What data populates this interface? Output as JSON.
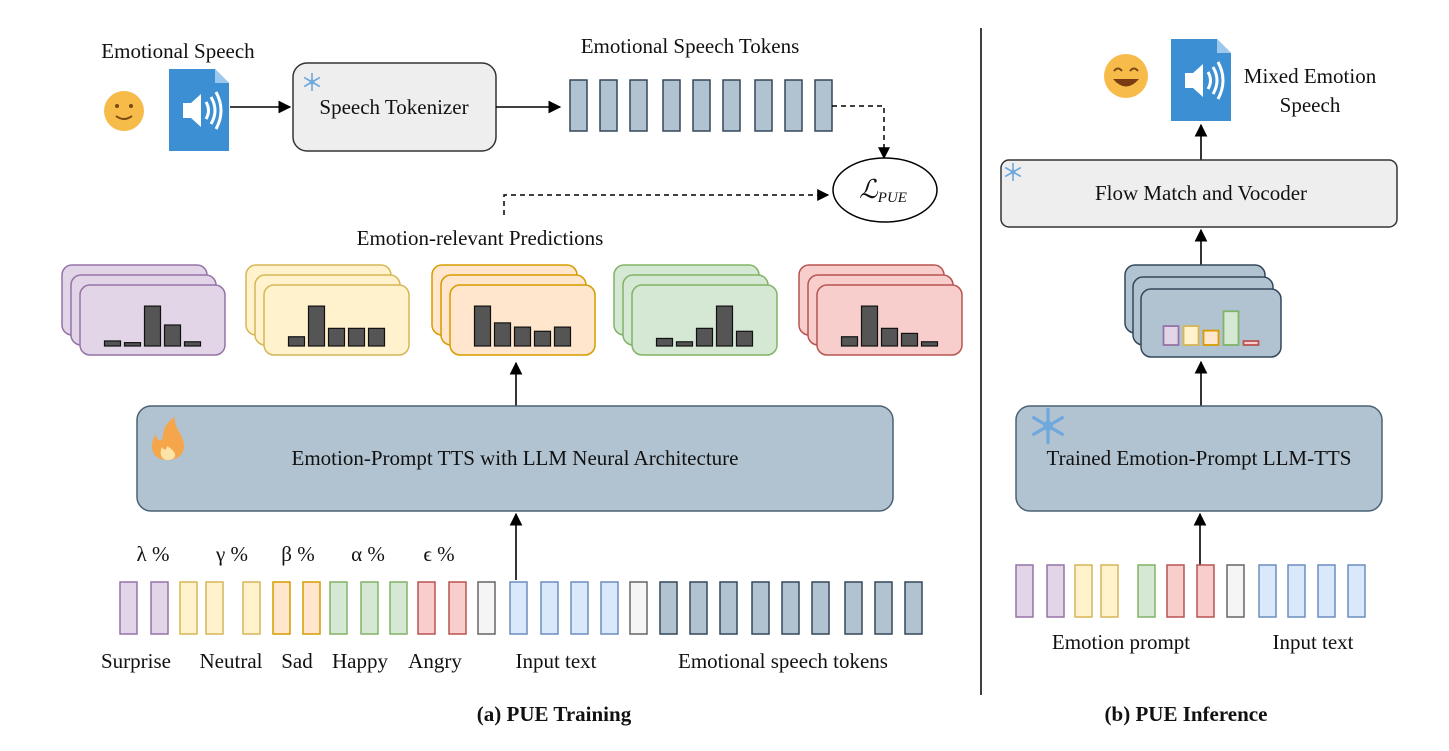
{
  "training": {
    "caption": "(a) PUE Training",
    "emotional_speech_label": "Emotional Speech",
    "speech_tokenizer_label": "Speech Tokenizer",
    "emotional_speech_tokens_label": "Emotional Speech Tokens",
    "loss_label": {
      "main": "ℒ",
      "sub": "PUE"
    },
    "predictions_label": "Emotion-relevant Predictions",
    "tts_model_label": "Emotion-Prompt TTS with LLM Neural Architecture",
    "proportion_labels": [
      "λ %",
      "γ %",
      "β %",
      "α %",
      "ϵ %"
    ],
    "emotion_labels": [
      "Surprise",
      "Neutral",
      "Sad",
      "Happy",
      "Angry"
    ],
    "input_text_label": "Input text",
    "speech_tokens_label": "Emotional speech tokens",
    "prediction_histograms": [
      {
        "emotion": "surprise",
        "fill": "#e1d5e7",
        "stroke": "#9673a6",
        "bars": [
          0.12,
          0.08,
          0.95,
          0.5,
          0.1
        ]
      },
      {
        "emotion": "neutral",
        "fill": "#fff2cc",
        "stroke": "#d6b656",
        "bars": [
          0.22,
          0.95,
          0.42,
          0.42,
          0.42
        ]
      },
      {
        "emotion": "sad",
        "fill": "#ffe6cc",
        "stroke": "#d79b00",
        "bars": [
          0.95,
          0.55,
          0.45,
          0.35,
          0.45
        ]
      },
      {
        "emotion": "happy",
        "fill": "#d5e8d4",
        "stroke": "#82b366",
        "bars": [
          0.18,
          0.1,
          0.42,
          0.95,
          0.35
        ]
      },
      {
        "emotion": "angry",
        "fill": "#f8cecc",
        "stroke": "#b85450",
        "bars": [
          0.22,
          0.95,
          0.42,
          0.3,
          0.1
        ]
      }
    ]
  },
  "inference": {
    "caption": "(b) PUE Inference",
    "output_label_line1": "Mixed Emotion",
    "output_label_line2": "Speech",
    "vocoder_label": "Flow Match and Vocoder",
    "trained_model_label": "Trained Emotion-Prompt LLM-TTS",
    "emotion_prompt_label": "Emotion prompt",
    "input_text_label": "Input text",
    "mixed_distribution": [
      {
        "emotion": "surprise",
        "value": 0.42
      },
      {
        "emotion": "neutral",
        "value": 0.42
      },
      {
        "emotion": "sad",
        "value": 0.32
      },
      {
        "emotion": "happy",
        "value": 0.75
      },
      {
        "emotion": "angry",
        "value": 0.08
      }
    ]
  }
}
